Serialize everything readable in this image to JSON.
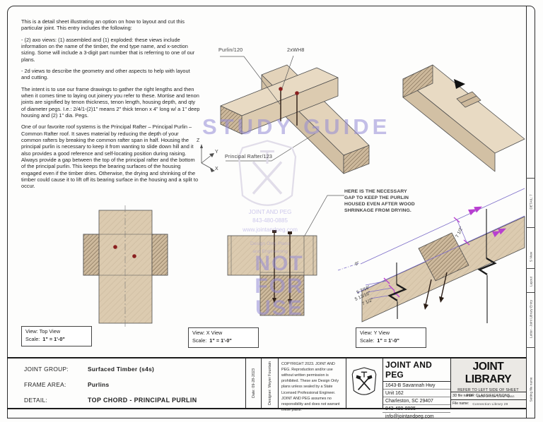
{
  "colors": {
    "timber": "#dccbb0",
    "timber_light": "#e8dac3",
    "timber_dark": "#cdb99c",
    "watermark_lavender": "#948ad6",
    "dim_purple": "#7b6cc8",
    "dim_magenta": "#b83fd0",
    "peg_red": "#8a1f1f"
  },
  "description": {
    "p1": "This is a detail sheet illustrating an option on how to layout and cut this particular joint. This entry includes the following:",
    "p2": "- (2) axo views: (1) assembled and (1) exploded:  these views include information on the name of the timber, the end type name, and x-section sizing. Some will include a 3-digit part number that is referring to one of our plans.",
    "p3": "- 2d views to describe the geometry and other aspects to help with layout and cutting.",
    "p4": "The intent is to use our frame drawings to gather the right lengths and then when it comes time to laying out joinery you refer to these.  Mortise and tenon joints are signified by tenon thickness, tenon length, housing depth, and qty of diameter pegs.  I.e.: 2/4/1-(2)1\" means 2\" thick tenon x 4\" long w/ a 1\" deep housing and (2) 1\" dia. Pegs.",
    "p5": "One of our favorite roof systems is the Principal Rafter – Principal Purlin – Common Rafter roof. It saves material by reducing the depth of your common rafters by breaking the common rafter span in half.   Housing the principal purlin is necessary to keep it from wanting to slide down hill and it also provides a good reference and self-locating position during raising. Always provide a gap between the top of the principal rafter and the bottom of the principal purlin. This keeps the bearing surfaces of the housing engaged even if the timber dries.  Otherwise, the drying and shrinking of the timber could cause it to lift off its bearing surface in the housing and a split to occur."
  },
  "labels": {
    "purlin": "Purlin/120",
    "pegs": "2xWH8",
    "rafter": "Principal Rafter/123",
    "axis_z": "Z",
    "axis_y": "Y",
    "axis_x": "X"
  },
  "note": "HERE IS THE NECESSARY GAP TO KEEP THE PURLIN HOUSED EVEN AFTER WOOD SHRINKAGE FROM DRYING.",
  "views": {
    "top": {
      "line1": "View:  Top View",
      "scale_label": "Scale:",
      "scale_value": "1\" = 1'-0\""
    },
    "x": {
      "line1": "View:  X View",
      "scale_label": "Scale:",
      "scale_value": "1\" = 1'-0\""
    },
    "y": {
      "line1": "View:  Y View",
      "scale_label": "Scale:",
      "scale_value": "1\" = 1'-0\""
    }
  },
  "dims": {
    "gap": "7 1/2\"",
    "zero": "0\"",
    "d1": "5 7/16\"",
    "d2": "5 13/16\"",
    "d3": "7 1/2\""
  },
  "watermark": {
    "study": "STUDY GUIDE",
    "company": "JOINT AND PEG",
    "phone": "843-480-0885",
    "web": "www.jointandpeg.com",
    "line4": "Design Only Plans",
    "line5": "and Engineering",
    "not_for_use": "NOT FOR USE"
  },
  "titleblock": {
    "rows": [
      {
        "label": "JOINT GROUP:",
        "value": "Surfaced Timber (s4s)"
      },
      {
        "label": "FRAME AREA:",
        "value": "Purlins"
      },
      {
        "label": "DETAIL:",
        "value": "TOP CHORD - PRINCIPAL PURLIN"
      }
    ],
    "date": "Date:    09-28-2023",
    "designer": "Designer:    Meyer Fountain",
    "copyright": "COPYRIGHT 2023. JOINT AND PEG. Reproduction and/or use without written permission is prohibited. These are Design Only plans unless sealed by a State Licensed Professional Engineer.  JOINT AND PEG assumes no responsibility and does not warrant these plans.",
    "company": {
      "name": "JOINT AND PEG",
      "address1": "1643-B Savannah Hwy",
      "address2": "Unit 162",
      "address3": "Charleston, SC 29407",
      "phone": "843-480-0885",
      "email": "info@jointandpeg.com"
    },
    "library": {
      "title": "JOINT LIBRARY",
      "sub1": "REFER TO LEFT SIDE OF SHEET",
      "sub2": "FOR CLASSIFICATIONS",
      "file3d_label": "3D file name:",
      "file3d": "1500 2Ax15 Clear span",
      "file_label": "File  name:",
      "file": "Connection Library 29"
    }
  },
  "margin": {
    "detail": "DETAIL:    7",
    "sview": "S View",
    "layout": "Layout",
    "letter": "Letter - Joint Library Entry",
    "setting": "Setting file name"
  }
}
